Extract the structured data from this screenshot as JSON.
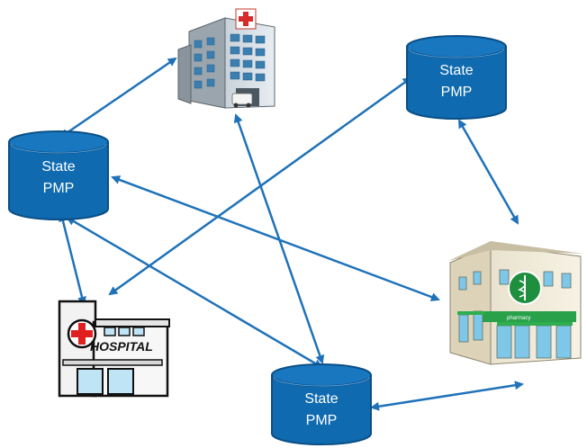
{
  "diagram": {
    "nodes": {
      "db_left": {
        "line1": "State",
        "line2": "PMP"
      },
      "db_top_right": {
        "line1": "State",
        "line2": "PMP"
      },
      "db_bottom": {
        "line1": "State",
        "line2": "PMP"
      },
      "hospital_cartoon": {
        "sign": "HOSPITAL"
      },
      "pharmacy": {
        "sign": "pharmacy"
      }
    },
    "colors": {
      "cylinder_fill": "#0F6AAF",
      "cylinder_top": "#1877BF",
      "cylinder_border": "#0B4F86",
      "arrow": "#1F72B8"
    },
    "icons": [
      "hospital-building-icon",
      "hospital-cartoon-icon",
      "pharmacy-icon"
    ]
  }
}
